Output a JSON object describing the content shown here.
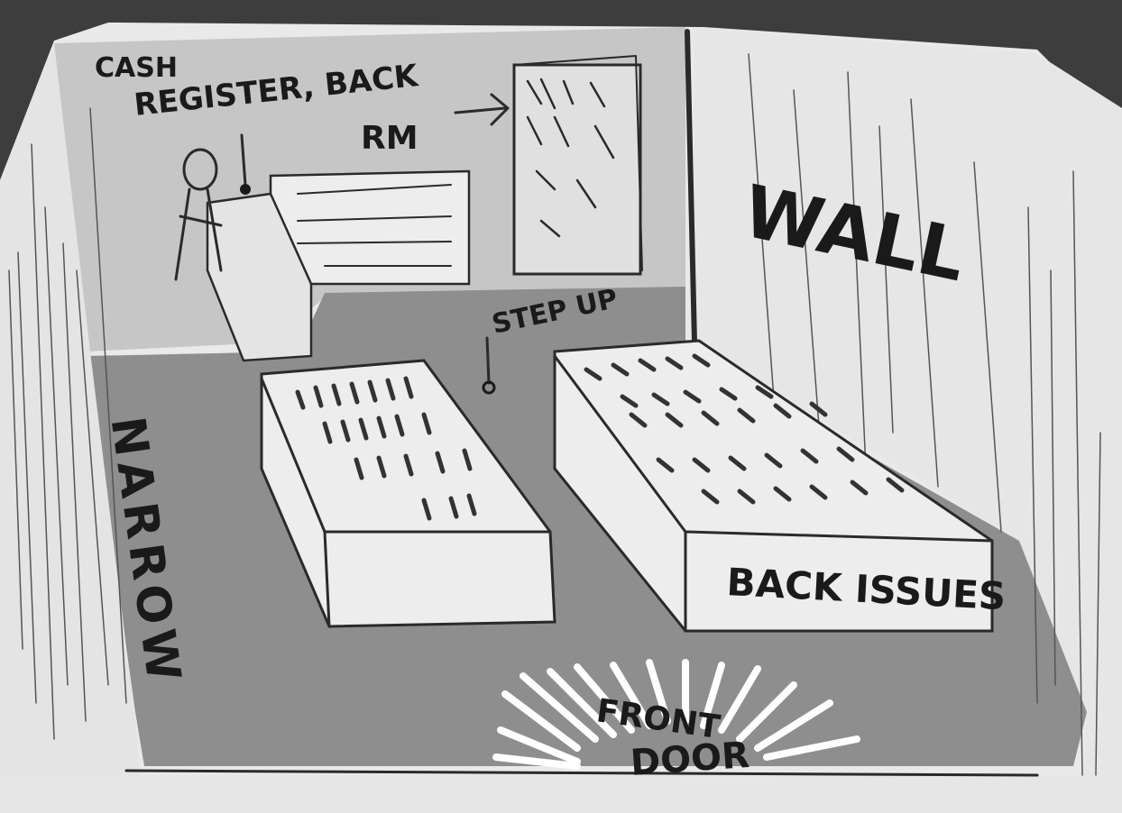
{
  "sketch": {
    "labels": {
      "cash_register_back_rm": [
        "CASH",
        "REGISTER, BACK",
        "RM"
      ],
      "wall": "WALL",
      "step_up": "STEP UP",
      "narrow": "NARROW",
      "back_issues": "BACK ISSUES",
      "front_door": [
        "FRONT",
        "DOOR"
      ]
    },
    "colors": {
      "paper": "#e9e9e9",
      "shadow_dark": "#3d3d3d",
      "floor_gray": "#8f8f8f",
      "back_area": "#c4c4c4",
      "pencil": "#2a2a2a"
    }
  }
}
